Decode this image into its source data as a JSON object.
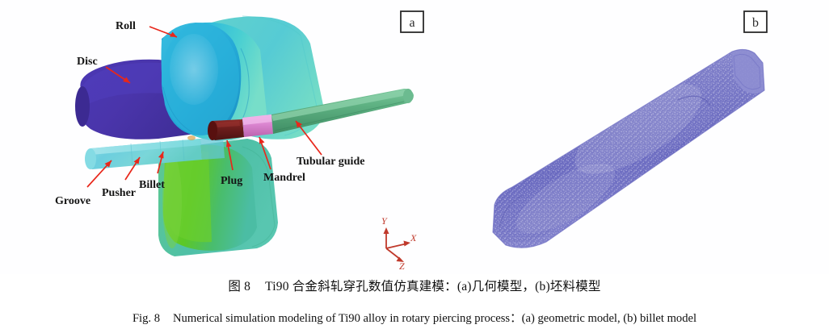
{
  "figure": {
    "panels": [
      {
        "id": "a",
        "tag": "a",
        "name": "geometric-model",
        "labels": [
          {
            "key": "roll",
            "text": "Roll"
          },
          {
            "key": "disc",
            "text": "Disc"
          },
          {
            "key": "groove",
            "text": "Groove"
          },
          {
            "key": "pusher",
            "text": "Pusher"
          },
          {
            "key": "billet",
            "text": "Billet"
          },
          {
            "key": "plug",
            "text": "Plug"
          },
          {
            "key": "mandrel",
            "text": "Mandrel"
          },
          {
            "key": "tubular_guide",
            "text": "Tubular guide"
          }
        ],
        "axes": {
          "x": "X",
          "y": "Y",
          "z": "Z"
        }
      },
      {
        "id": "b",
        "tag": "b",
        "name": "billet-model"
      }
    ],
    "colors": {
      "roll_upper": "#2fb3d9",
      "roll_upper_light": "#63d5cf",
      "roll_lower": "#5ec92a",
      "roll_lower_teal": "#4cbfa0",
      "disc": "#4a36ad",
      "billet_bar": "#6fd0da",
      "plug": "#6b1f1f",
      "mandrel": "#d97fd0",
      "tubular_guide": "#59ab7e",
      "mesh_billet": "#6f6fc0",
      "arrow_red": "#e8271b",
      "axis_red": "#c0392b",
      "background": "#fefeff"
    }
  },
  "caption": {
    "zh": {
      "fig_no": "图 8",
      "text": "Ti90 合金斜轧穿孔数值仿真建模：(a)几何模型，(b)坯料模型"
    },
    "en": {
      "fig_no": "Fig. 8",
      "text": "Numerical simulation modeling of Ti90 alloy in rotary piercing process：(a) geometric model, (b) billet model"
    }
  }
}
